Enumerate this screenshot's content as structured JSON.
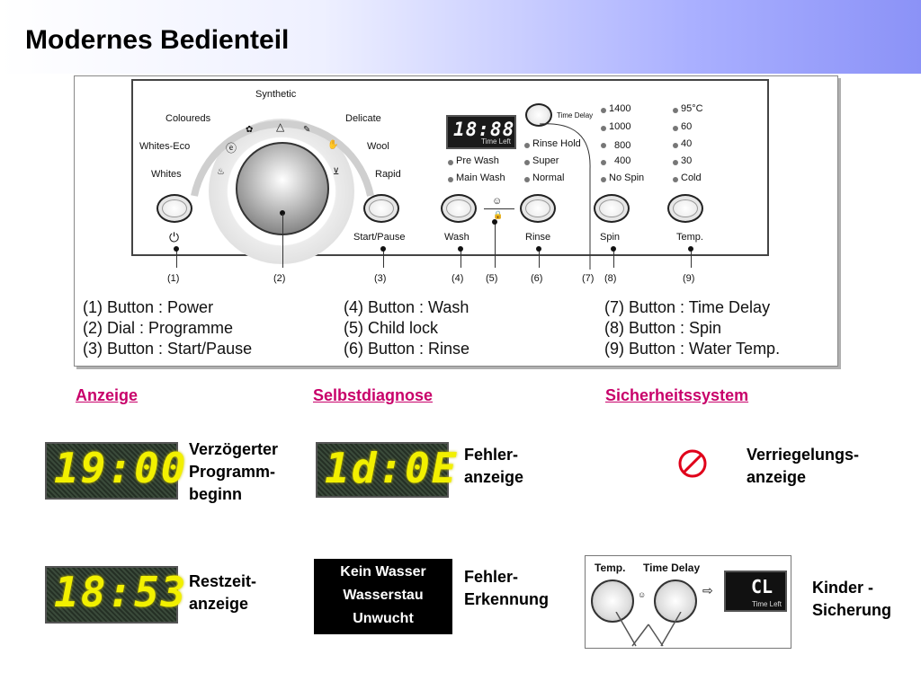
{
  "header": {
    "title": "Modernes Bedienteil"
  },
  "panel": {
    "programs": {
      "synthetic": "Synthetic",
      "coloureds": "Coloureds",
      "delicate": "Delicate",
      "whites_eco": "Whites-Eco",
      "wool": "Wool",
      "whites": "Whites",
      "rapid": "Rapid"
    },
    "display": {
      "digits": "18:88",
      "sub": "Time Left"
    },
    "time_delay": "Time Delay",
    "wash_options": [
      "Pre Wash",
      "Main Wash"
    ],
    "rinse_options": [
      "Rinse Hold",
      "Super",
      "Normal"
    ],
    "spin_options": [
      "1400",
      "1000",
      "800",
      "400",
      "No Spin"
    ],
    "temp_options": [
      "95°C",
      "60",
      "40",
      "30",
      "Cold"
    ],
    "button_labels": {
      "power": "⏻",
      "start_pause": "Start/Pause",
      "wash": "Wash",
      "rinse": "Rinse",
      "spin": "Spin",
      "temp": "Temp."
    },
    "numbers": [
      "(1)",
      "(2)",
      "(3)",
      "(4)",
      "(5)",
      "(6)",
      "(7)",
      "(8)",
      "(9)"
    ]
  },
  "legend": {
    "col1": [
      "(1) Button : Power",
      "(2) Dial : Programme",
      "(3) Button : Start/Pause"
    ],
    "col2": [
      "(4) Button : Wash",
      "(5) Child lock",
      "(6) Button : Rinse"
    ],
    "col3": [
      "(7) Button : Time Delay",
      "(8) Button : Spin",
      "(9) Button : Water Temp."
    ]
  },
  "sections": {
    "anzeige": "Anzeige",
    "selbstdiagnose": "Selbstdiagnose",
    "sicherheitssystem": "Sicherheitssystem"
  },
  "anzeige": {
    "display1": "19:00",
    "desc1": [
      "Verzögerter",
      "Programm-",
      "beginn"
    ],
    "display2": "18:53",
    "desc2": [
      "Restzeit-",
      "anzeige"
    ]
  },
  "selbstdiagnose": {
    "display1": "1d:0E",
    "desc1": [
      "Fehler-",
      "anzeige"
    ],
    "errors": [
      "Kein Wasser",
      "Wasserstau",
      "Unwucht"
    ],
    "desc2": [
      "Fehler-",
      "Erkennung"
    ]
  },
  "sicherheit": {
    "desc1": [
      "Verriegelungs-",
      "anzeige"
    ],
    "lock_temp": "Temp.",
    "lock_delay": "Time Delay",
    "lock_display": "CL",
    "lock_display_sub": "Time Left",
    "desc2": [
      "Kinder -",
      "Sicherung"
    ]
  },
  "colors": {
    "accent": "#c8006a",
    "header_gradient_end": "#8b92f7",
    "segment": "#f2f000"
  }
}
